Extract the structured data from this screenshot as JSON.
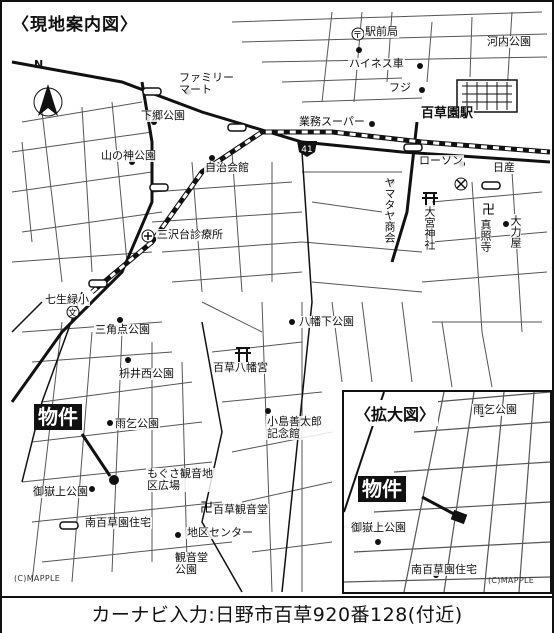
{
  "map": {
    "title": "〈現地案内図〉",
    "detail_title": "〈拡大図〉",
    "property_label": "物件",
    "north_label": "N",
    "route_number": "41",
    "copyright": "(C)MAPPLE",
    "footer": "カーナビ入力:日野市百草920番128(付近)",
    "labels": {
      "ekimae_kyoku": "駅前局",
      "kawachi_park": "河内公園",
      "haines": "ハイネス車",
      "fuji": "フジ",
      "mogusaen_st": "百草園駅",
      "family_mart": "ファミリーマート",
      "shimogo_park": "下郷公園",
      "gyomu_super": "業務スーパー",
      "yamanokami_park": "山の神公園",
      "jichikai": "自治会館",
      "lawson": "ローソン",
      "nissan": "日産",
      "yamataya": "ヤマタヤ商会",
      "omiya_shrine": "大宮神社",
      "shinsho_ji": "真照寺",
      "daiya": "大力屋",
      "misawadai_clinic": "三沢台診療所",
      "nanao_school": "七生緑小",
      "sankakuten_park": "三角点公園",
      "hachimanshita_park": "八幡下公園",
      "mogusa_hachimangu": "百草八幡宮",
      "masui_nishi_park": "枡井西公園",
      "ameotsu_park": "雨乞公園",
      "kojima_museum": "小島善太郎記念館",
      "mogusa_hall": "もぐさ観音地区広場",
      "mogusa_kannon": "百草観音堂",
      "ontake_park": "御嶽上公園",
      "minami_jutaku": "南百草園住宅",
      "chiku_center": "地区センター",
      "kannondo_park": "観音堂公園",
      "inset_ameotsu": "雨乞公園",
      "inset_ontake": "御嶽上公園",
      "inset_minami": "南百草園住宅"
    }
  }
}
